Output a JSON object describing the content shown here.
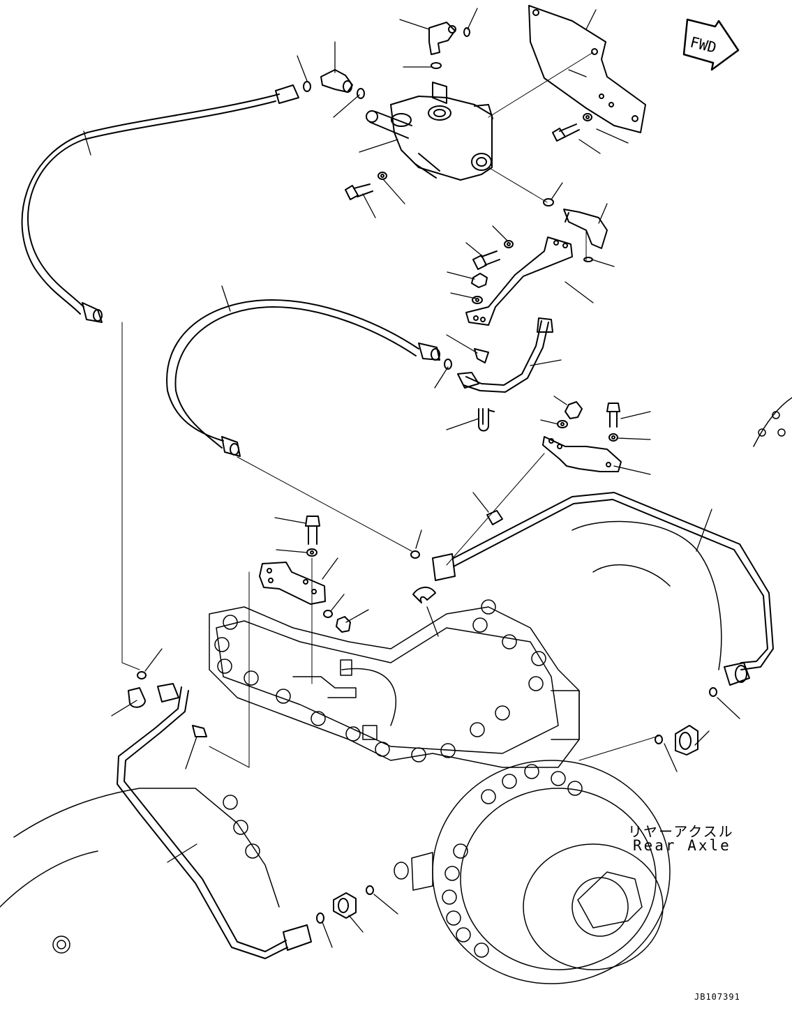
{
  "labels": {
    "fwd": "FWD",
    "rear_axle_ja": "リヤーアクスル",
    "rear_axle_en": "Rear Axle",
    "drawing_code": "JB107391"
  },
  "colors": {
    "ink": "#000000",
    "paper": "#ffffff"
  },
  "icons": {
    "direction": "fwd-arrow-icon"
  }
}
